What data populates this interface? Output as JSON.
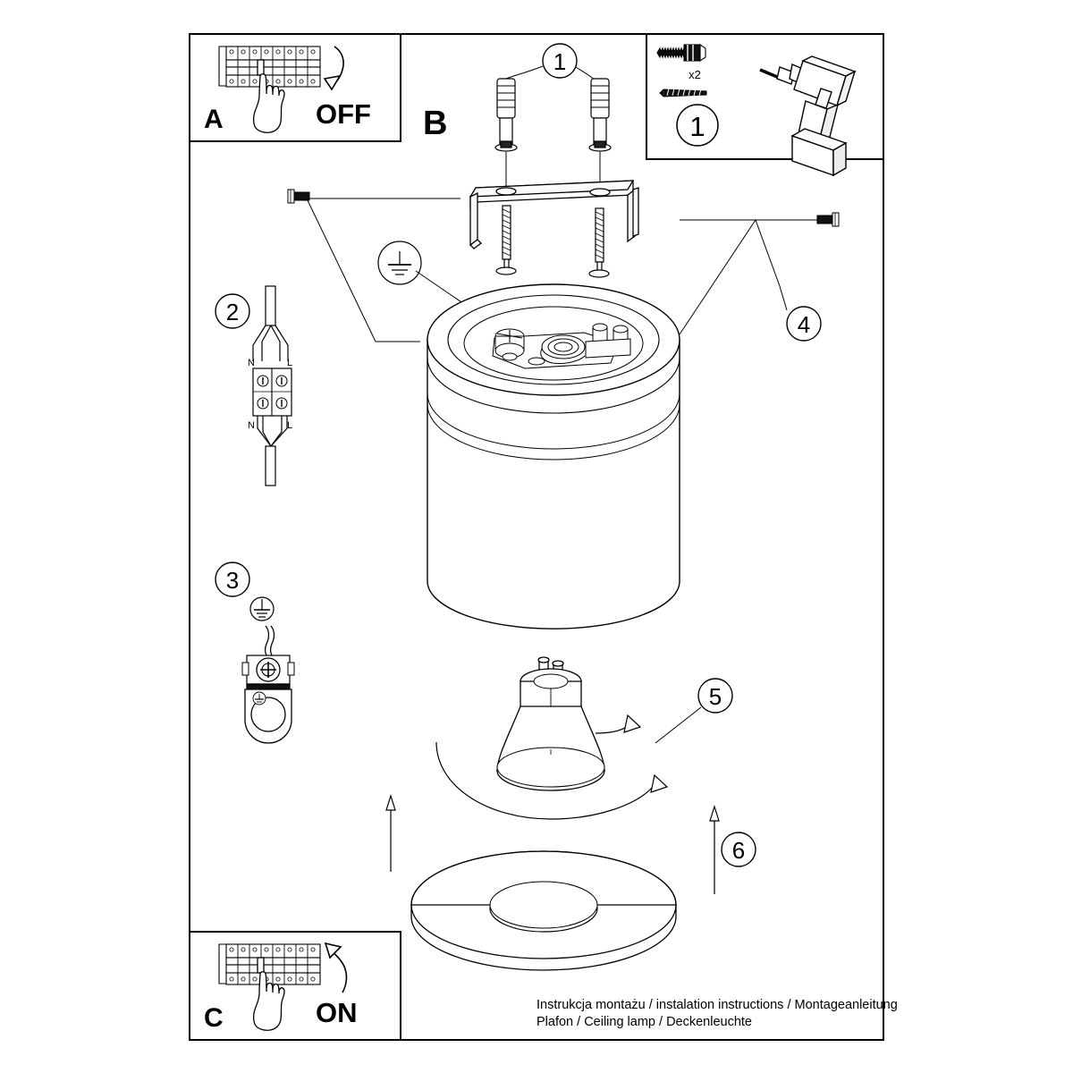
{
  "document": {
    "type": "installation-instruction-sheet",
    "product_caption_line1": "Instrukcja montażu / instalation instructions / Montageanleitung",
    "product_caption_line2": "Plafon / Ceiling lamp / Deckenleuchte"
  },
  "panels": {
    "a": {
      "letter": "A",
      "action_label": "OFF",
      "icon_breaker": "circuit-breaker-panel-icon",
      "icon_hand": "hand-pointing-icon",
      "icon_arrow": "curved-arrow-down-icon"
    },
    "b": {
      "letter": "B"
    },
    "c": {
      "letter": "C",
      "action_label": "ON",
      "icon_breaker": "circuit-breaker-panel-icon",
      "icon_hand": "hand-pointing-icon",
      "icon_arrow": "curved-arrow-up-icon"
    },
    "parts": {
      "quantity_label": "x2",
      "step_number": "1",
      "icon_wall_plug": "wall-plug-icon",
      "icon_screw": "screw-icon",
      "icon_drill": "power-drill-icon"
    }
  },
  "callouts": [
    {
      "number": "1",
      "name": "callout-mounting-plugs"
    },
    {
      "number": "2",
      "name": "callout-terminal-block"
    },
    {
      "number": "3",
      "name": "callout-earth-connection"
    },
    {
      "number": "4",
      "name": "callout-set-screws"
    },
    {
      "number": "5",
      "name": "callout-bulb-install"
    },
    {
      "number": "6",
      "name": "callout-decor-ring"
    }
  ],
  "wiring": {
    "neutral_top": "N",
    "live_top": "L",
    "neutral_bottom": "N",
    "live_bottom": "L",
    "earth_symbol": "earth-ground-symbol"
  },
  "colors": {
    "ink": "#000000",
    "line": "#1a1a1a",
    "paper": "#ffffff",
    "frame": "#000000"
  }
}
